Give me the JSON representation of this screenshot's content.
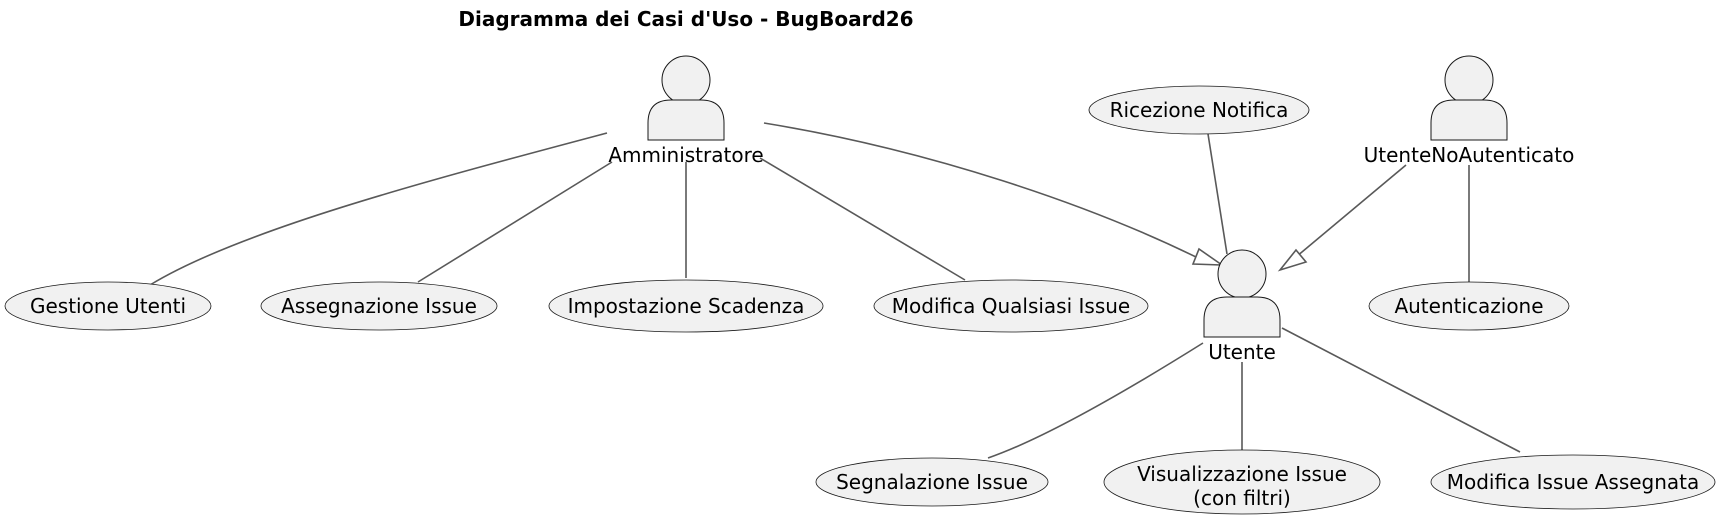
{
  "title": "Diagramma dei Casi d'Uso - BugBoard26",
  "actors": {
    "amministratore": "Amministratore",
    "utente": "Utente",
    "utente_no_autenticato": "UtenteNoAutenticato"
  },
  "use_cases": {
    "gestione_utenti": "Gestione Utenti",
    "assegnazione_issue": "Assegnazione Issue",
    "impostazione_scadenza": "Impostazione Scadenza",
    "modifica_qualsiasi_issue": "Modifica Qualsiasi Issue",
    "ricezione_notifica": "Ricezione Notifica",
    "autenticazione": "Autenticazione",
    "segnalazione_issue": "Segnalazione Issue",
    "visualizzazione_issue_line1": "Visualizzazione Issue",
    "visualizzazione_issue_line2": "(con filtri)",
    "modifica_issue_assegnata": "Modifica Issue Assegnata"
  },
  "colors": {
    "shape_fill": "#f1f1f1",
    "shape_stroke": "#181818",
    "line": "#595959"
  }
}
